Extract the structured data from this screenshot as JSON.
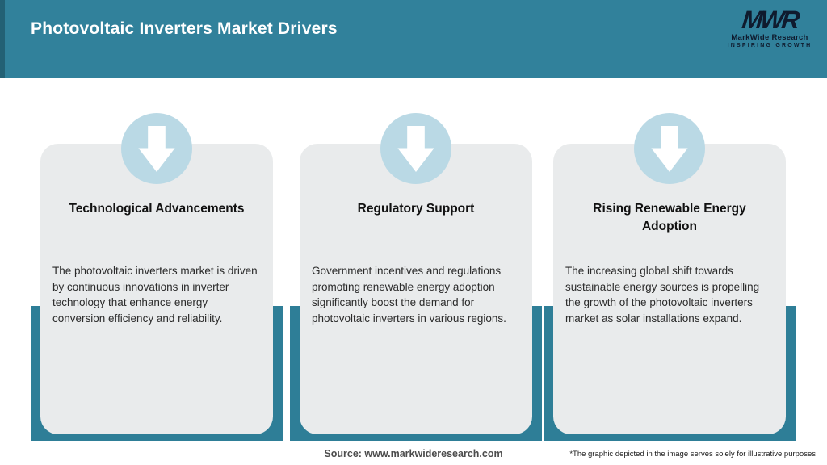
{
  "header": {
    "title": "Photovoltaic Inverters Market Drivers",
    "logo": {
      "acronym": "MWR",
      "name": "MarkWide Research",
      "tagline": "INSPIRING GROWTH"
    }
  },
  "cards": [
    {
      "title": "Technological Advancements",
      "description": "The photovoltaic inverters market is driven by continuous innovations in inverter technology that enhance energy conversion efficiency and reliability.",
      "icon": "down-arrow-icon"
    },
    {
      "title": "Regulatory Support",
      "description": "Government incentives and regulations promoting renewable energy adoption significantly boost the demand for photovoltaic inverters in various regions.",
      "icon": "down-arrow-icon"
    },
    {
      "title": "Rising Renewable Energy Adoption",
      "description": "The increasing global shift towards sustainable energy sources is propelling the growth of the photovoltaic inverters market as solar installations expand.",
      "icon": "down-arrow-icon"
    }
  ],
  "footer": {
    "source": "Source: www.markwideresearch.com",
    "disclaimer": "*The graphic depicted in the image serves solely for illustrative purposes"
  },
  "colors": {
    "header_teal": "#31819B",
    "backing_teal": "#2E7E97",
    "circle_blue": "#BAD9E5",
    "card_bg": "#E9EBEC",
    "logo_navy": "#0F1B2E",
    "title_white": "#FFFFFF"
  }
}
